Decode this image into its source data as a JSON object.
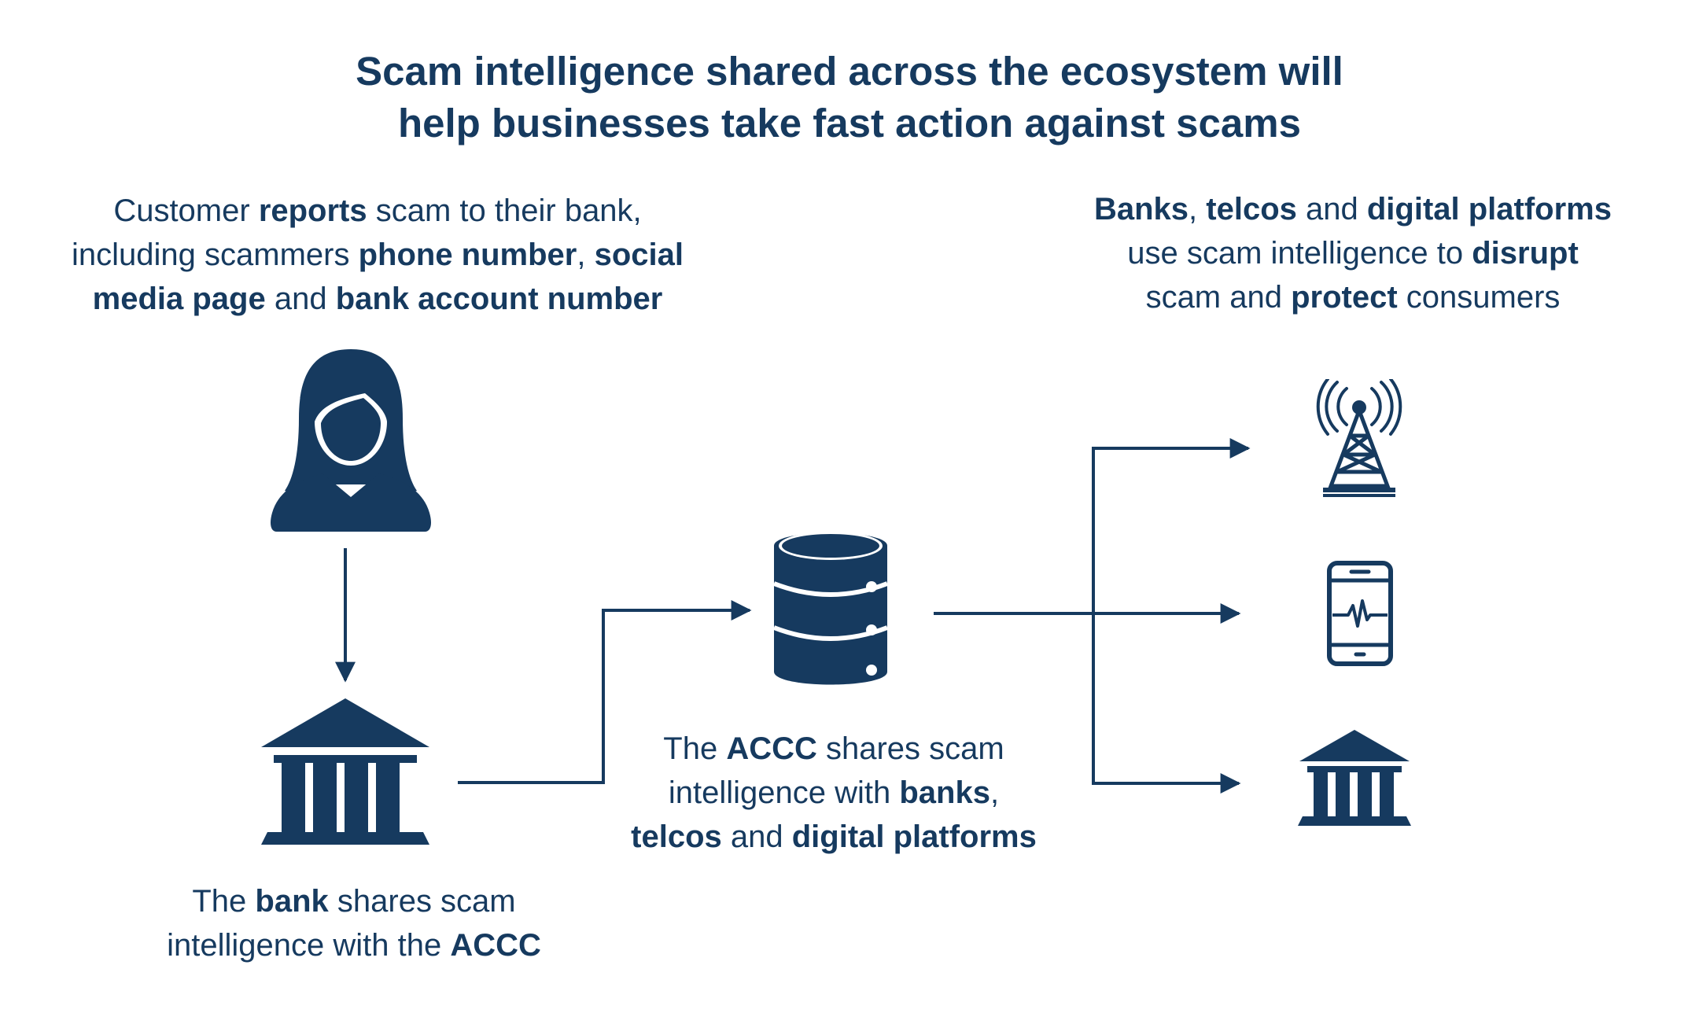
{
  "title": {
    "line1": "Scam intelligence shared across the ecosystem will",
    "line2": "help businesses take fast action against scams"
  },
  "customer_text": {
    "l1a": "Customer ",
    "l1b": "reports",
    "l1c": " scam to their bank,",
    "l2a": "including scammers ",
    "l2b": "phone number",
    "l2c": ", ",
    "l2d": "social",
    "l3a": "media page",
    "l3b": " and ",
    "l3c": "bank account number"
  },
  "recipients_text": {
    "l1a": "Banks",
    "l1b": ", ",
    "l1c": "telcos",
    "l1d": " and ",
    "l1e": "digital platforms",
    "l2a": "use scam intelligence to ",
    "l2b": "disrupt",
    "l3a": "scam and ",
    "l3b": "protect",
    "l3c": " consumers"
  },
  "accc_text": {
    "l1a": "The ",
    "l1b": "ACCC",
    "l1c": " shares scam",
    "l2a": "intelligence with ",
    "l2b": "banks",
    "l2c": ",",
    "l3a": "telcos",
    "l3b": " and ",
    "l3c": "digital platforms"
  },
  "bank_text": {
    "l1a": "The ",
    "l1b": "bank",
    "l1c": " shares scam",
    "l2a": "intelligence with the ",
    "l2b": "ACCC"
  },
  "icons": [
    "customer-person-icon",
    "bank-building-icon",
    "database-icon",
    "telco-tower-icon",
    "mobile-phone-icon",
    "bank-small-icon"
  ],
  "colors": {
    "primary": "#163a5f",
    "background": "#ffffff"
  }
}
